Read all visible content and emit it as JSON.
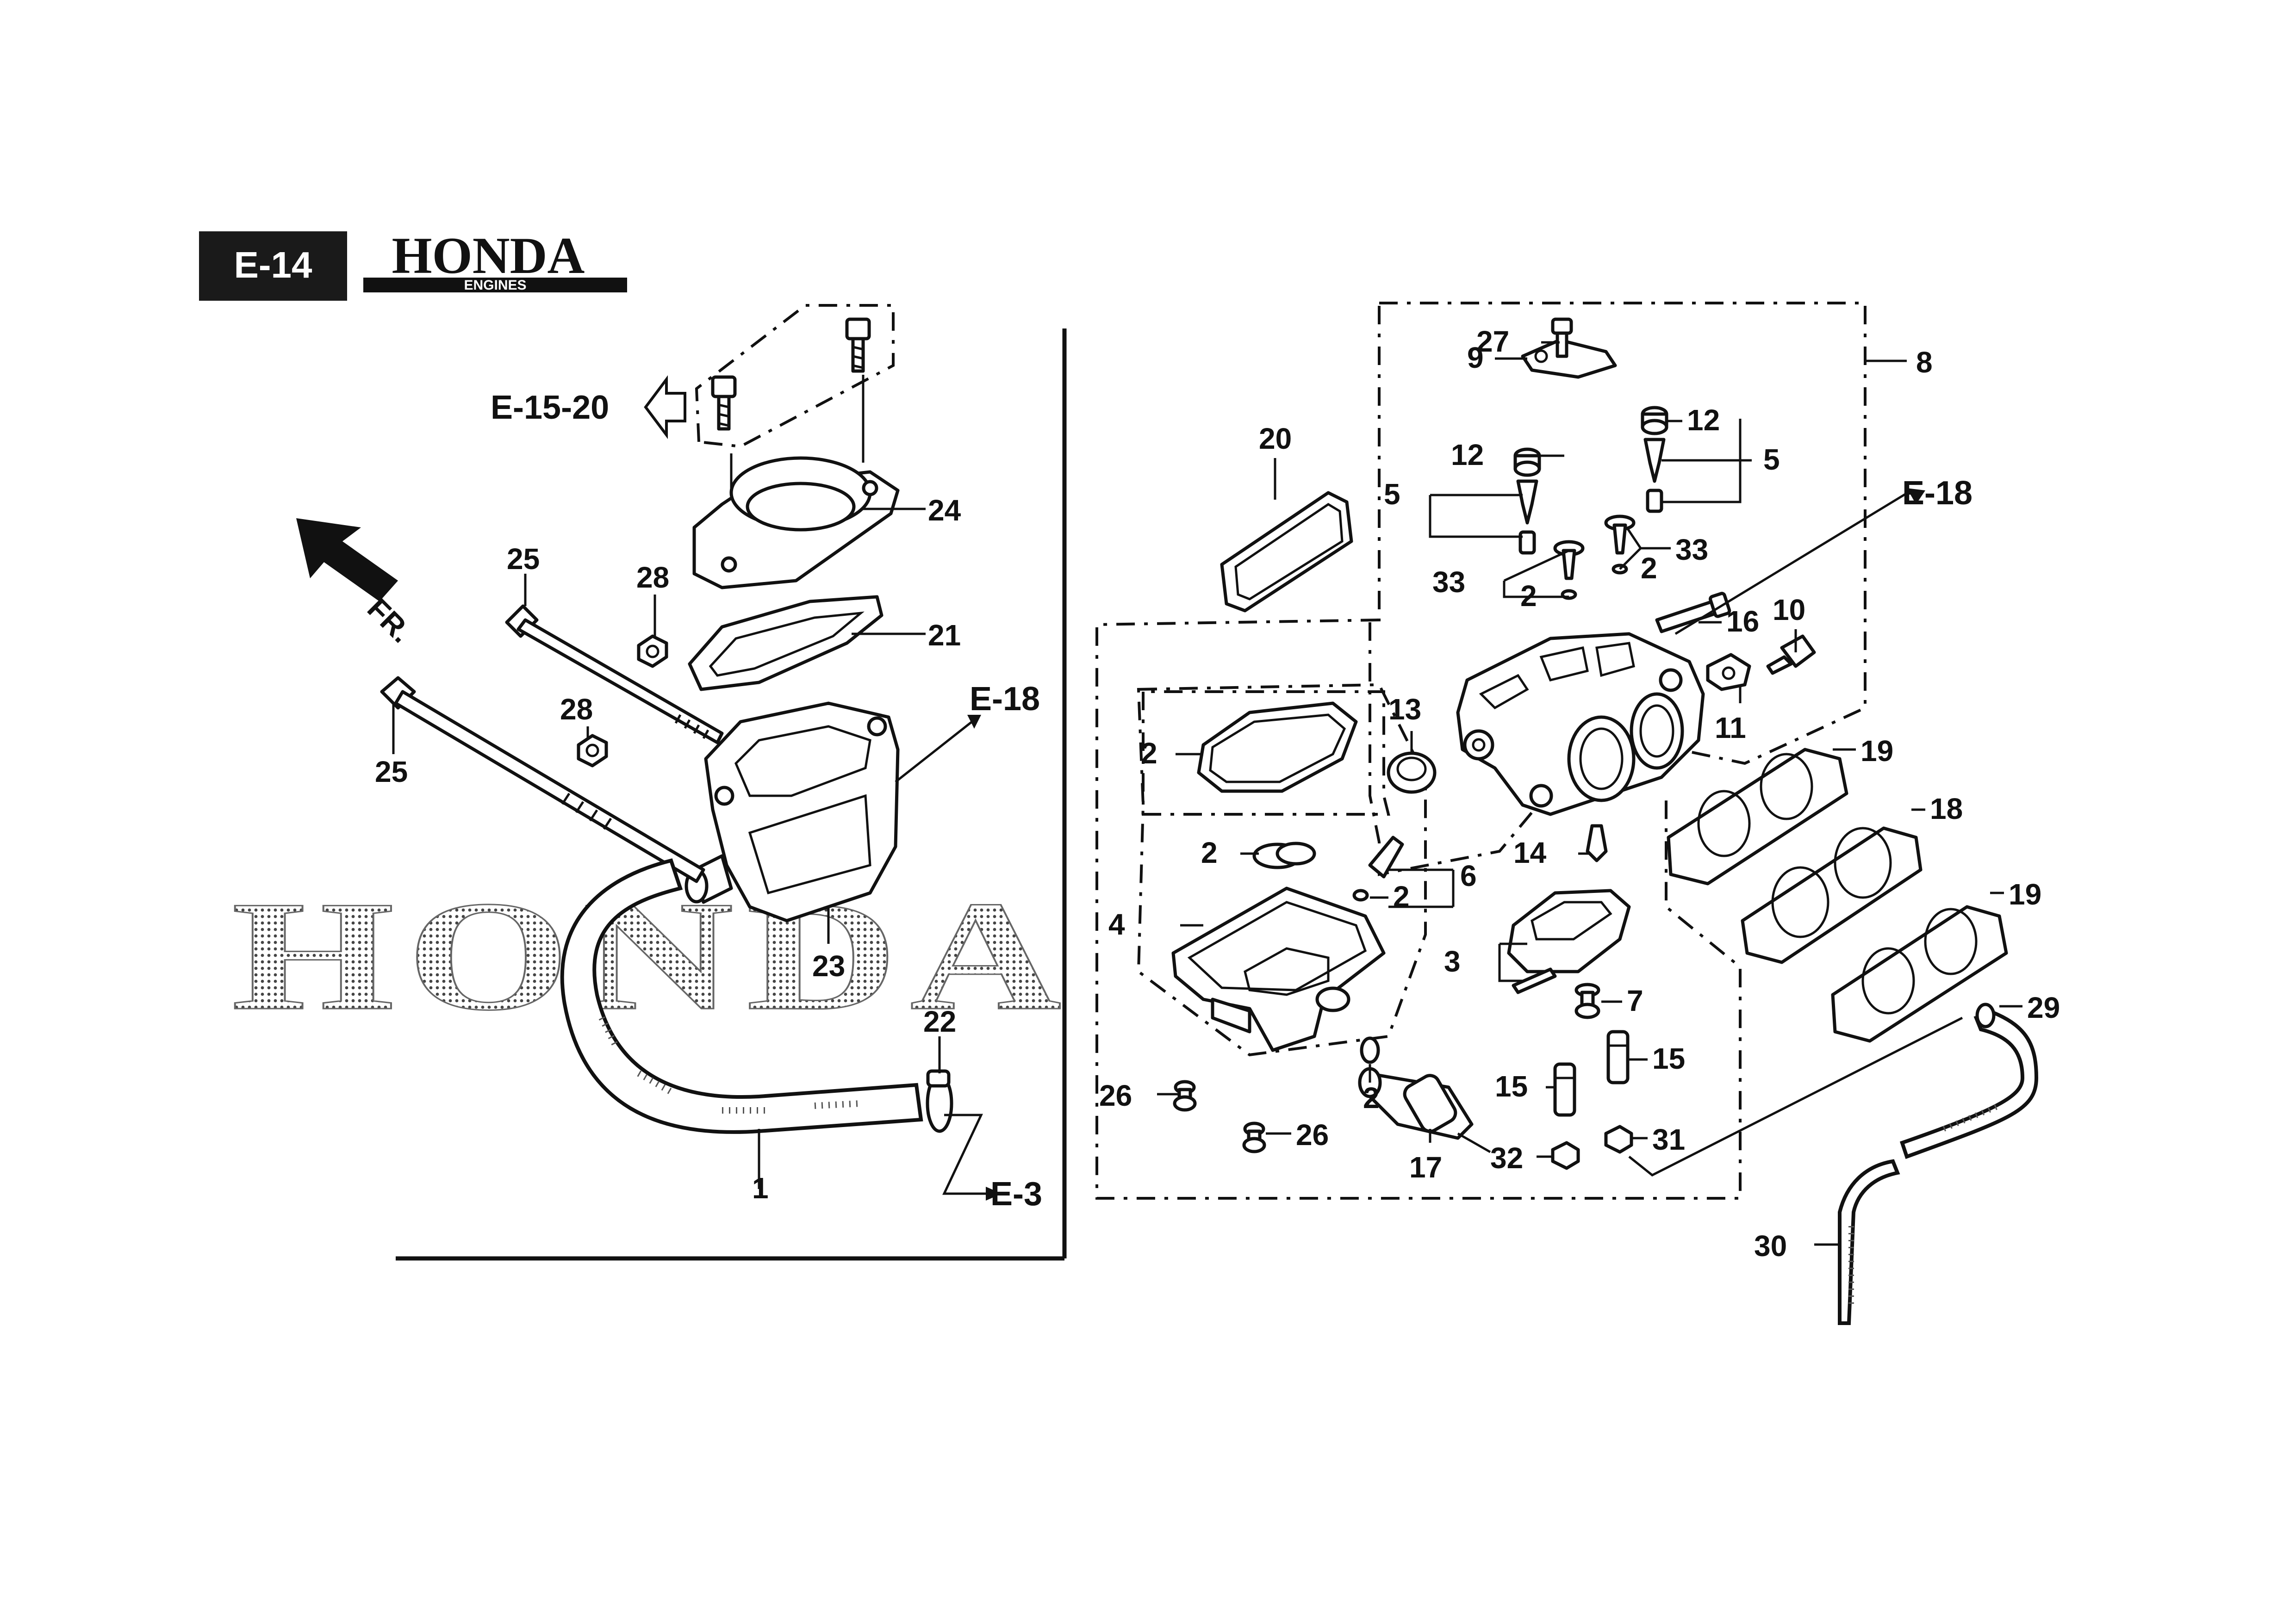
{
  "header": {
    "page_code": "E-14",
    "brand": "HONDA",
    "brand_sub": "ENGINES",
    "watermark": "HONDA"
  },
  "direction_label": "FR.",
  "xrefs": [
    "E-15-20",
    "E-18",
    "E-18",
    "E-3"
  ],
  "callouts": [
    "1",
    "2",
    "2",
    "2",
    "2",
    "2",
    "2",
    "2",
    "3",
    "4",
    "5",
    "5",
    "6",
    "7",
    "8",
    "9",
    "10",
    "11",
    "12",
    "12",
    "13",
    "14",
    "15",
    "15",
    "16",
    "17",
    "18",
    "19",
    "19",
    "20",
    "21",
    "22",
    "23",
    "24",
    "25",
    "25",
    "26",
    "26",
    "27",
    "28",
    "28",
    "29",
    "30",
    "31",
    "32",
    "33",
    "33"
  ]
}
